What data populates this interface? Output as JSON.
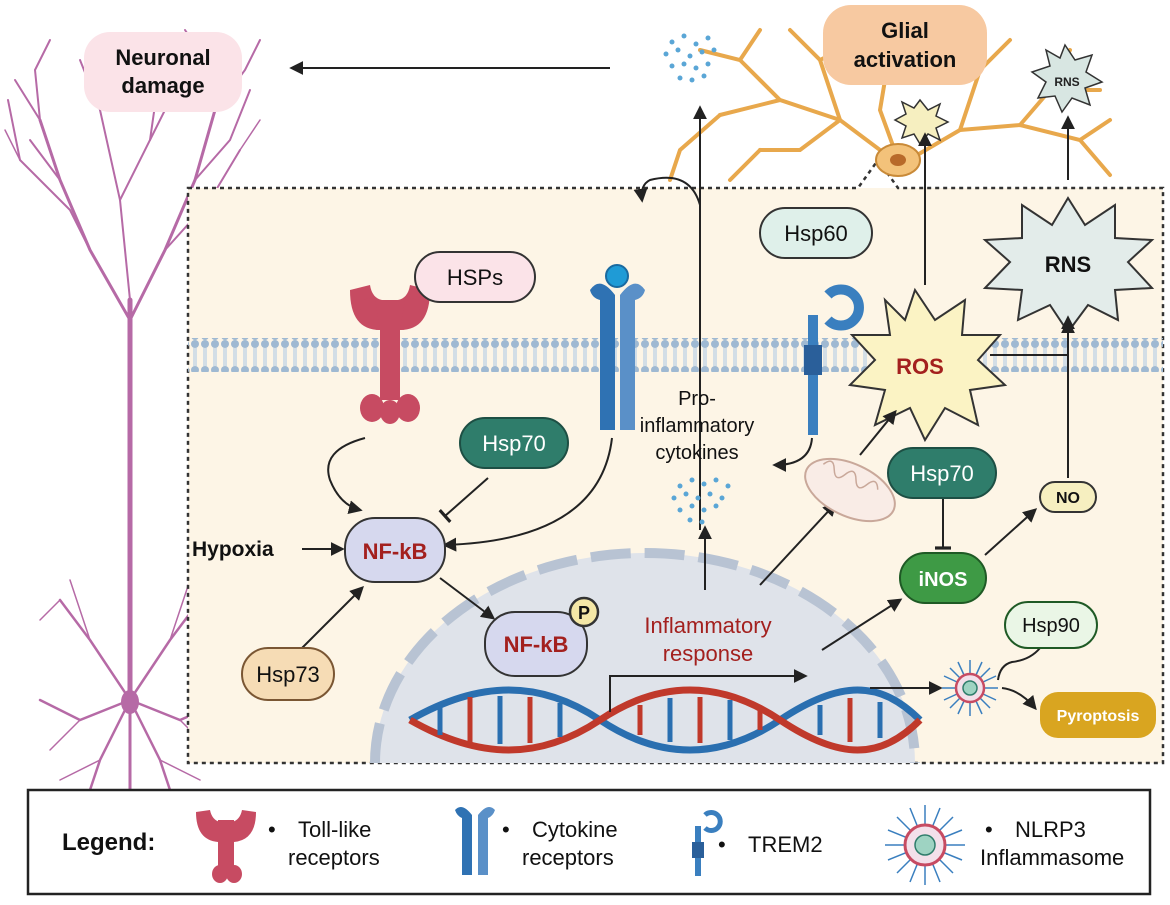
{
  "labels": {
    "neuronal_damage_l1": "Neuronal",
    "neuronal_damage_l2": "damage",
    "glial_activation_l1": "Glial",
    "glial_activation_l2": "activation",
    "hsps": "HSPs",
    "hsp60": "Hsp60",
    "hsp70_top": "Hsp70",
    "hsp70_right": "Hsp70",
    "hsp73": "Hsp73",
    "hsp90": "Hsp90",
    "rns": "RNS",
    "ros": "ROS",
    "nfkb": "NF-kB",
    "nfkb_p": "NF-kB",
    "phospho": "P",
    "hypoxia": "Hypoxia",
    "cytokines_l1": "Pro-",
    "cytokines_l2": "inflammatory",
    "cytokines_l3": "cytokines",
    "inflam_l1": "Inflammatory",
    "inflam_l2": "response",
    "inos": "iNOS",
    "no": "NO",
    "pyroptosis": "Pyroptosis"
  },
  "legend": {
    "title": "Legend:",
    "tlr_l1": "Toll-like",
    "tlr_l2": "receptors",
    "cyt_l1": "Cytokine",
    "cyt_l2": "receptors",
    "trem2": "TREM2",
    "nlrp3_l1": "NLRP3",
    "nlrp3_l2": "Inflammasome",
    "bullet": "•"
  },
  "colors": {
    "cell_bg": "#fdf5e6",
    "membrane": "#a9c3d9",
    "neuron": "#b66aa6",
    "glia": "#e8a84c",
    "tlr": "#c74b62",
    "cytokine_receptor": "#3a7fbf",
    "hsp_green": "#2f7d6b",
    "inos_green": "#3e9a45",
    "nfkb_fill": "#d6d8ee",
    "nfkb_text": "#a3201e",
    "pyroptosis": "#d9a520",
    "dna_red": "#c0392b",
    "dna_blue": "#2a6fb0"
  }
}
